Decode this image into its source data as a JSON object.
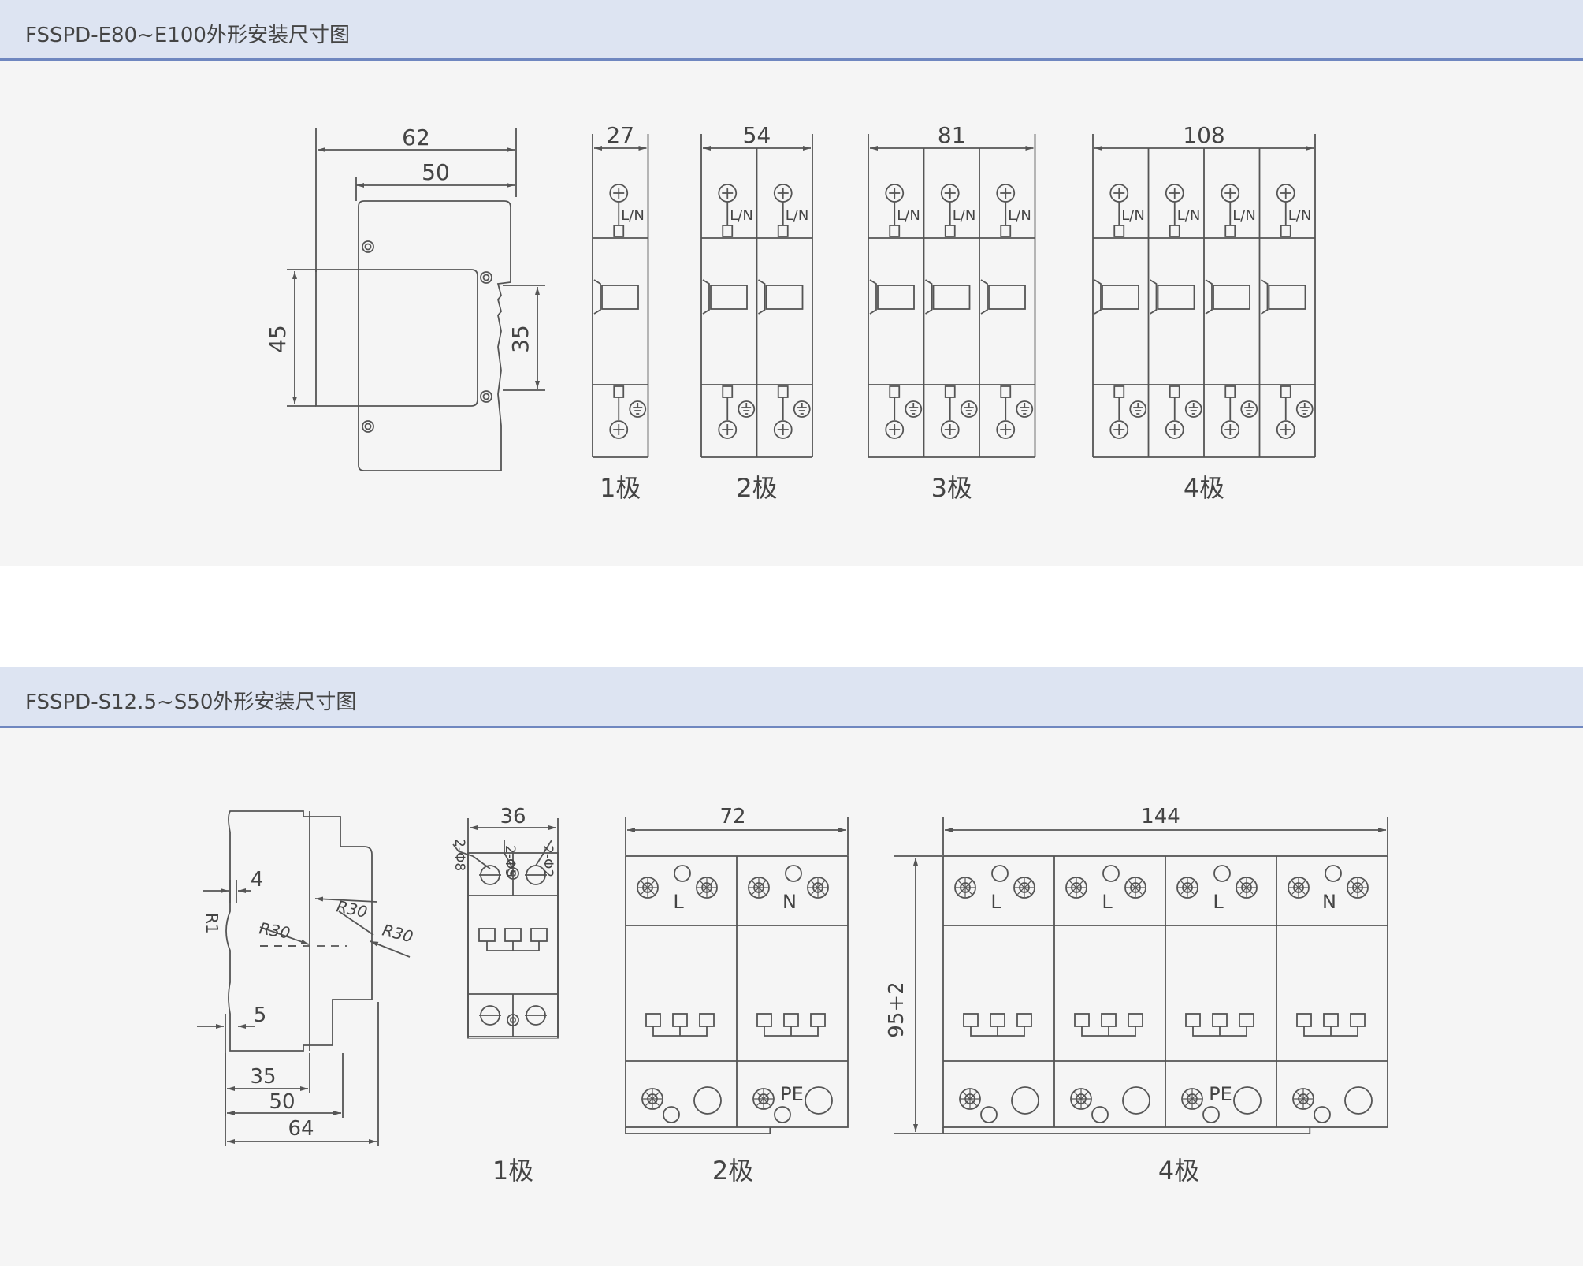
{
  "sections": [
    {
      "title": "FSSPD-E80~E100外形安装尺寸图",
      "side_view": {
        "dims": {
          "total_width": "62",
          "inner_width": "50",
          "height": "45",
          "rail": "35"
        }
      },
      "front_views": [
        {
          "width_label": "27",
          "caption": "1极",
          "terminal_label": "L/N"
        },
        {
          "width_label": "54",
          "caption": "2极",
          "terminal_label": "L/N"
        },
        {
          "width_label": "81",
          "caption": "3极",
          "terminal_label": "L/N"
        },
        {
          "width_label": "108",
          "caption": "4极",
          "terminal_label": "L/N"
        }
      ]
    },
    {
      "title": "FSSPD-S12.5~S50外形安装尺寸图",
      "side_view": {
        "dims": {
          "d4": "4",
          "d5": "5",
          "r1": "R1",
          "r30a": "R30",
          "r30b": "R30",
          "r30c": "R30",
          "d35": "35",
          "d50": "50",
          "d64": "64"
        }
      },
      "pole1": {
        "width_label": "36",
        "hole_labels": [
          "2-Φ8",
          "2-Φ5",
          "2-Φ2"
        ],
        "caption": "1极"
      },
      "pole2": {
        "width_label": "72",
        "caption": "2极",
        "top_labels": [
          "L",
          "N"
        ],
        "bottom_label": "PE"
      },
      "pole4": {
        "width_label": "144",
        "height_label": "95+2",
        "caption": "4极",
        "top_labels": [
          "L",
          "L",
          "L",
          "N"
        ],
        "bottom_label": "PE"
      }
    }
  ]
}
